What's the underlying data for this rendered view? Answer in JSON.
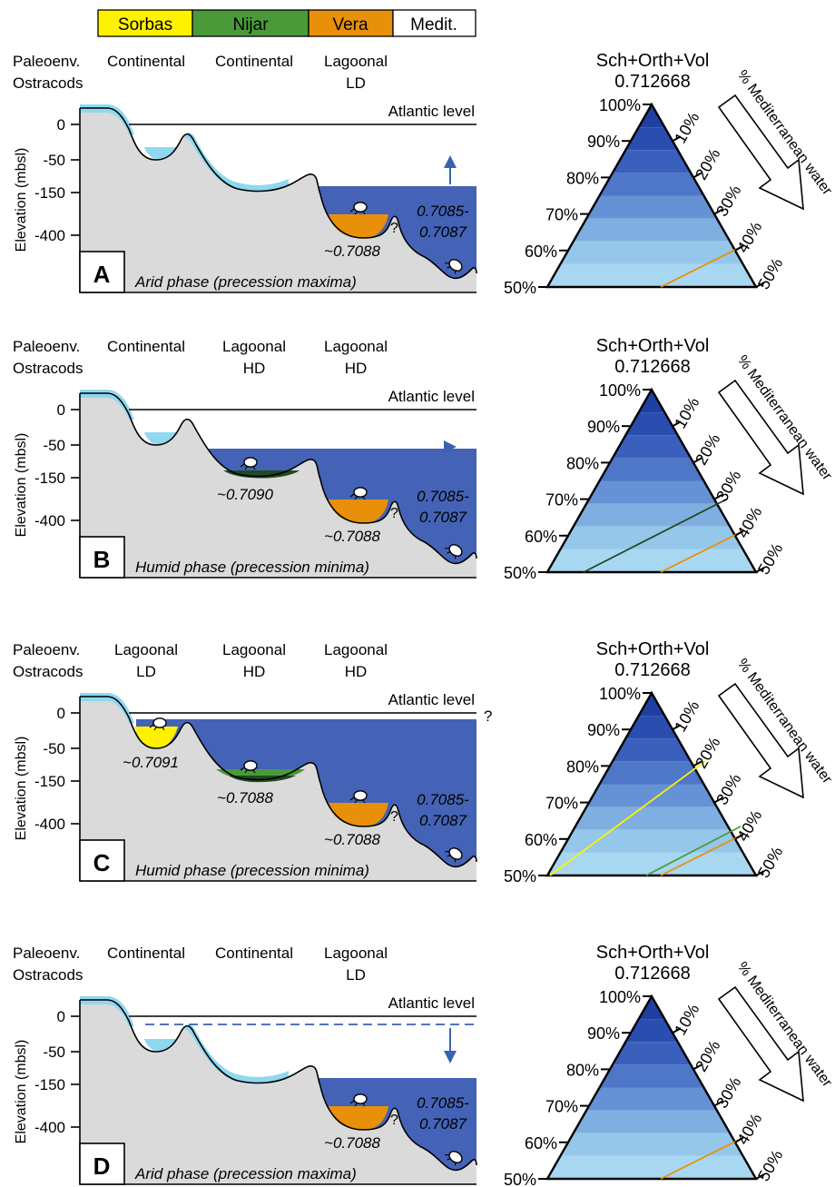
{
  "legend": [
    {
      "label": "Sorbas",
      "color": "#FFF200"
    },
    {
      "label": "Nijar",
      "color": "#4A9A3A"
    },
    {
      "label": "Vera",
      "color": "#E8900A"
    },
    {
      "label": "Medit.",
      "color": "#FFFFFF"
    }
  ],
  "row_labels": {
    "paleoenv": "Paleoenv.",
    "ostracods": "Ostracods"
  },
  "axis_label": "Elevation (mbsl)",
  "y_ticks": [
    "0",
    "-50",
    "-150",
    "-400"
  ],
  "atlantic_label": "Atlantic level",
  "mediterranean_value": "0.7085-\n0.7087",
  "ternary": {
    "title": "Sch+Orth+Vol",
    "value": "0.712668",
    "left_ticks": [
      "100%",
      "90%",
      "80%",
      "70%",
      "60%",
      "50%"
    ],
    "right_ticks": [
      "10%",
      "20%",
      "30%",
      "40%",
      "50%"
    ],
    "arrow_label": "% Mediterranean water"
  },
  "colors": {
    "sea": "#4463B6",
    "shallow": "#8FD8F0",
    "land": "#DADADA",
    "sorbas": "#FFF200",
    "nijar_dark": "#1F4A22",
    "nijar": "#4A9A3A",
    "vera": "#E8900A",
    "blue_arrow": "#3A62B0"
  },
  "panels": [
    {
      "letter": "A",
      "phase": "Arid phase (precession maxima)",
      "paleoenv": [
        "Continental",
        "Continental",
        "Lagoonal"
      ],
      "ostracods": [
        "",
        "",
        "LD"
      ],
      "basin_values": {
        "sorbas": "",
        "nijar": "",
        "vera": "~0.7088"
      },
      "sea_level": "high",
      "arrow": "up",
      "nijar_state": "continental",
      "sorbas_state": "continental",
      "atlantic_question": false,
      "ternary_lines": [
        "vera"
      ]
    },
    {
      "letter": "B",
      "phase": "Humid phase (precession minima)",
      "paleoenv": [
        "Continental",
        "Lagoonal",
        "Lagoonal"
      ],
      "ostracods": [
        "",
        "HD",
        "HD"
      ],
      "basin_values": {
        "sorbas": "",
        "nijar": "~0.7090",
        "vera": "~0.7088"
      },
      "sea_level": "mid",
      "arrow": "up",
      "nijar_state": "lagoon_dark",
      "sorbas_state": "continental",
      "atlantic_question": false,
      "ternary_lines": [
        "nijar_dark",
        "vera"
      ]
    },
    {
      "letter": "C",
      "phase": "Humid phase (precession minima)",
      "paleoenv": [
        "Lagoonal",
        "Lagoonal",
        "Lagoonal"
      ],
      "ostracods": [
        "LD",
        "HD",
        "HD"
      ],
      "basin_values": {
        "sorbas": "~0.7091",
        "nijar": "~0.7088",
        "vera": "~0.7088"
      },
      "sea_level": "full",
      "arrow": "none",
      "nijar_state": "lagoon_green",
      "sorbas_state": "lagoon",
      "atlantic_question": true,
      "ternary_lines": [
        "sorbas",
        "nijar",
        "vera"
      ]
    },
    {
      "letter": "D",
      "phase": "Arid phase (precession maxima)",
      "paleoenv": [
        "Continental",
        "Continental",
        "Lagoonal"
      ],
      "ostracods": [
        "",
        "",
        "LD"
      ],
      "basin_values": {
        "sorbas": "",
        "nijar": "",
        "vera": "~0.7088"
      },
      "sea_level": "high",
      "arrow": "down",
      "nijar_state": "continental",
      "sorbas_state": "continental",
      "atlantic_question": false,
      "ternary_lines": [
        "vera"
      ]
    }
  ]
}
